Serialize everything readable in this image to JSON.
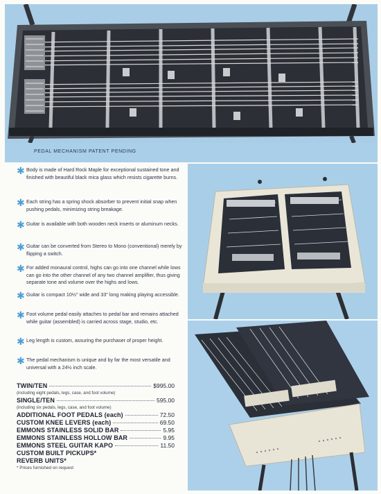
{
  "caption": "PEDAL MECHANISM PATENT PENDING",
  "features": [
    "Body is made of Hard Rock Maple for exceptional sustained tone and finished with beautiful black mica glass which resists cigarette burns.",
    "Each string has a spring shock absorber to prevent initial snap when pushing pedals, minimizing string breakage.",
    "Guitar is available with both wooden neck inserts or aluminum necks.",
    "Guitar can be converted from Stereo to Mono (conventional) merely by flipping a switch.",
    "For added monaural control, highs can go into one channel while lows can go into the other channel of any two channel amplifier, thus giving separate tone and volume over the highs and lows.",
    "Guitar is compact 10½\" wide and 33\" long making playing accessible.",
    "Foot volume pedal easily attaches to pedal bar and remains attached while guitar (assembled) is carried across stage, studio, etc.",
    "Leg length is custom, assuring the purchaser of proper height.",
    "The pedal mechanism is unique and by far the most versatile and universal with a 24½ inch scale."
  ],
  "prices": [
    {
      "name": "TWIN/TEN",
      "price": "$995.00",
      "note": "(including eight pedals, legs, case, and foot volume)"
    },
    {
      "name": "SINGLE/TEN",
      "price": "595.00",
      "note": "(including six pedals, legs, case, and foot volume)"
    },
    {
      "name": "ADDITIONAL FOOT PEDALS (each)",
      "price": "72.50"
    },
    {
      "name": "CUSTOM KNEE LEVERS (each)",
      "price": "69.50"
    },
    {
      "name": "EMMONS STAINLESS SOLID BAR",
      "price": "5.95"
    },
    {
      "name": "EMMONS STAINLESS HOLLOW BAR",
      "price": "9.95"
    },
    {
      "name": "EMMONS STEEL GUITAR KAPO",
      "price": "11.50"
    },
    {
      "name": "CUSTOM BUILT PICKUPS*",
      "price": ""
    },
    {
      "name": "REVERB UNITS*",
      "price": ""
    }
  ],
  "footnote": "* Prices furnished on request",
  "colors": {
    "photo_background": "#aacfe9",
    "star": "#4d9fd6",
    "guitar_body": "#2a2f38",
    "guitar_cream": "#e9e6d8"
  }
}
